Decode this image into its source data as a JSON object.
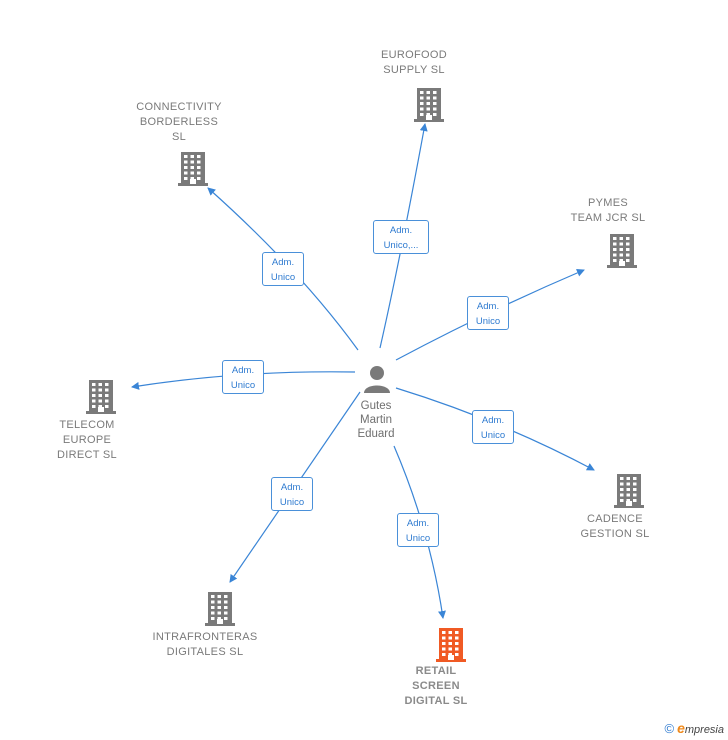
{
  "center": {
    "name": "Gutes\nMartin\nEduard",
    "icon": "person-icon"
  },
  "companies": [
    {
      "id": "eurofood",
      "label": "EUROFOOD\nSUPPLY  SL",
      "relation": "Adm.\nUnico,...",
      "highlight": false,
      "icon": "building-icon"
    },
    {
      "id": "connectivity",
      "label": "CONNECTIVITY\nBORDERLESS\nSL",
      "relation": "Adm.\nUnico",
      "highlight": false,
      "icon": "building-icon"
    },
    {
      "id": "pymes",
      "label": "PYMES\nTEAM JCR  SL",
      "relation": "Adm.\nUnico",
      "highlight": false,
      "icon": "building-icon"
    },
    {
      "id": "telecom",
      "label": "TELECOM\nEUROPE\nDIRECT  SL",
      "relation": "Adm.\nUnico",
      "highlight": false,
      "icon": "building-icon"
    },
    {
      "id": "cadence",
      "label": "CADENCE\nGESTION  SL",
      "relation": "Adm.\nUnico",
      "highlight": false,
      "icon": "building-icon"
    },
    {
      "id": "intrafronteras",
      "label": "INTRAFRONTERAS\nDIGITALES  SL",
      "relation": "Adm.\nUnico",
      "highlight": false,
      "icon": "building-icon"
    },
    {
      "id": "retail",
      "label": "RETAIL\nSCREEN\nDIGITAL  SL",
      "relation": "Adm.\nUnico",
      "highlight": true,
      "icon": "building-icon"
    }
  ],
  "colors": {
    "edge": "#3a85d6",
    "building": "#7a7a7a",
    "highlight": "#f05a24"
  },
  "footer": {
    "copyright": "©",
    "brand_initial": "e",
    "brand_rest": "mpresia"
  }
}
